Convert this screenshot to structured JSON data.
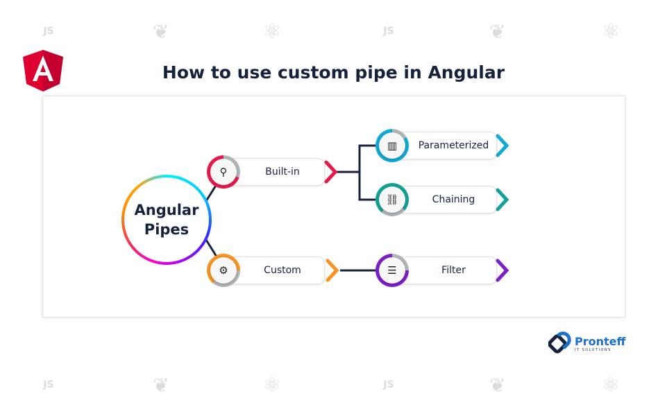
{
  "title": "How to use custom pipe in Angular",
  "hub": {
    "line1": "Angular",
    "line2": "Pipes"
  },
  "nodes": {
    "builtin": {
      "label": "Built-in",
      "color": "#e8194b",
      "icon": "pipe-icon"
    },
    "custom": {
      "label": "Custom",
      "color": "#f7931e",
      "icon": "gear-icon"
    },
    "parameterized": {
      "label": "Parameterized",
      "color": "#12a9d6",
      "icon": "sliders-panel-icon"
    },
    "chaining": {
      "label": "Chaining",
      "color": "#12a294",
      "icon": "chain-link-icon"
    },
    "filter": {
      "label": "Filter",
      "color": "#7b1fc8",
      "icon": "filter-sliders-icon"
    }
  },
  "brand": {
    "name": "Pronteff",
    "tagline": "IT SOLUTIONS"
  },
  "background_icons": {
    "js": "JS"
  }
}
